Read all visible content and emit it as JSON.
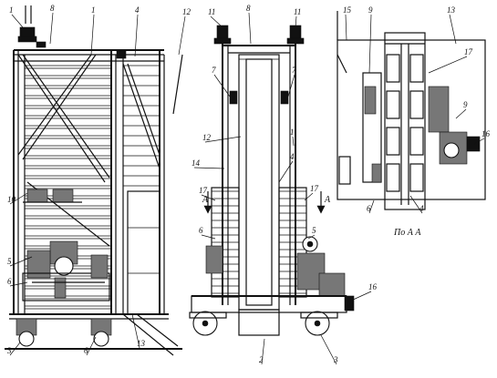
{
  "section_caption": "По А А",
  "callouts": {
    "side": [
      "1",
      "8",
      "1",
      "4",
      "12",
      "10",
      "5",
      "6",
      "3",
      "6",
      "13"
    ],
    "front": [
      "11",
      "8",
      "11",
      "7",
      "7",
      "12",
      "1",
      "14",
      "4",
      "17",
      "17",
      "6",
      "5",
      "16",
      "2",
      "3"
    ],
    "section": [
      "15",
      "9",
      "13",
      "17",
      "9",
      "16",
      "6",
      "4"
    ]
  },
  "arrow_letters": [
    "А",
    "А"
  ]
}
